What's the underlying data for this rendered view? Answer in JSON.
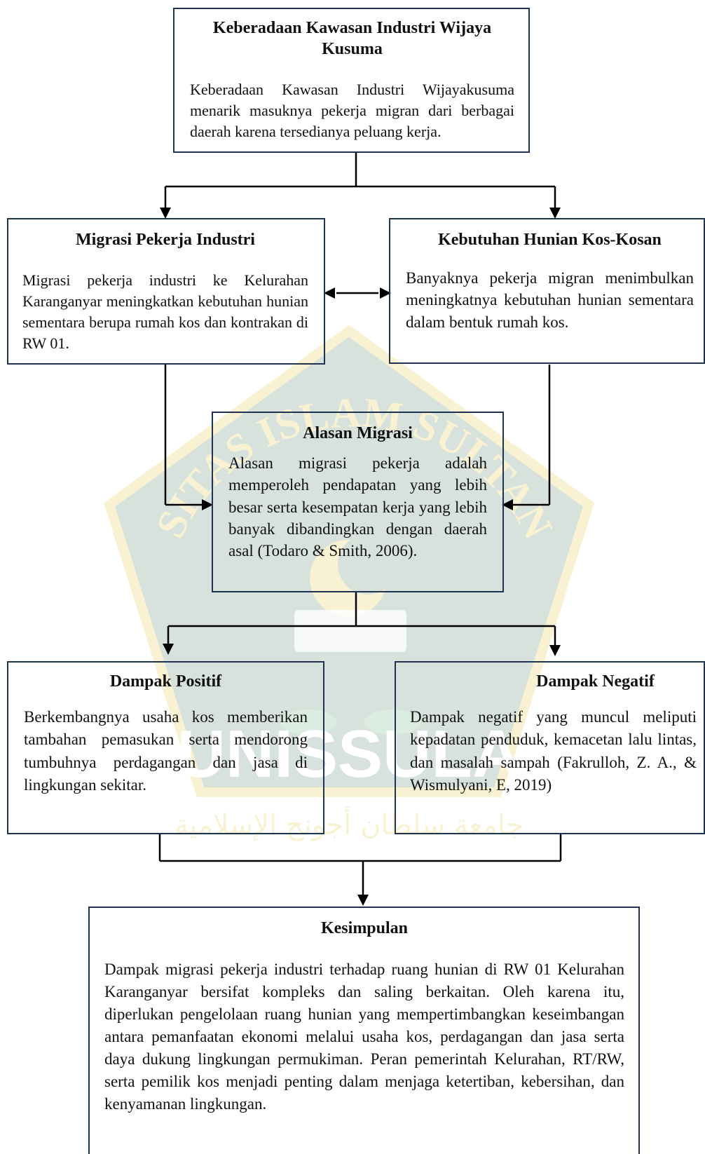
{
  "boxes": {
    "top": {
      "title": "Keberadaan Kawasan Industri Wijaya Kusuma",
      "body": "Keberadaan Kawasan Industri Wijayakusuma menarik masuknya pekerja migran dari berbagai daerah karena tersedianya peluang kerja."
    },
    "migrasi": {
      "title": "Migrasi Pekerja Industri",
      "body": "Migrasi pekerja industri ke Kelurahan Karanganyar meningkatkan kebutuhan hunian sementara berupa rumah kos dan kontrakan di RW 01."
    },
    "kebutuhan": {
      "title": "Kebutuhan Hunian Kos-Kosan",
      "body": "Banyaknya pekerja migran menimbulkan meningkatnya kebutuhan hunian sementara dalam bentuk rumah kos."
    },
    "alasan": {
      "title": "Alasan Migrasi",
      "body": "Alasan migrasi pekerja adalah memperoleh pendapatan yang lebih besar serta kesempatan kerja yang lebih banyak dibandingkan dengan daerah asal (Todaro & Smith, 2006)."
    },
    "positif": {
      "title": "Dampak Positif",
      "body": "Berkembangnya usaha kos memberikan tambahan pemasukan serta mendorong tumbuhnya perdagangan dan jasa di lingkungan sekitar."
    },
    "negatif": {
      "title": "Dampak Negatif",
      "body": "Dampak negatif yang muncul meliputi kepadatan penduduk, kemacetan lalu lintas, dan masalah sampah (Fakrulloh, Z. A., & Wismulyani, E, 2019)"
    },
    "kesimpulan": {
      "title": "Kesimpulan",
      "body": "Dampak migrasi pekerja industri terhadap ruang hunian di RW 01 Kelurahan Karanganyar bersifat kompleks dan saling berkaitan. Oleh karena itu, diperlukan pengelolaan ruang hunian yang mempertimbangkan keseimbangan antara pemanfaatan ekonomi melalui usaha kos, perdagangan dan jasa serta daya dukung lingkungan permukiman. Peran pemerintah Kelurahan, RT/RW, serta pemilik kos menjadi penting dalam menjaga ketertiban, kebersihan, dan kenyamanan lingkungan."
    }
  },
  "watermark": {
    "logo_name": "unissula-logo-icon",
    "arc_text": "UNIVERSITAS ISLAM SULTAN AGUNG",
    "wordmark": "UNISSULA",
    "arabic": "جامعة سلطان أجونج الإسلامية",
    "colors": {
      "pentagon": "#1e5b3a",
      "gold": "#d8b400",
      "leaf": "#2f9a54"
    }
  },
  "colors": {
    "border": "#1f3350",
    "line": "#000000"
  }
}
